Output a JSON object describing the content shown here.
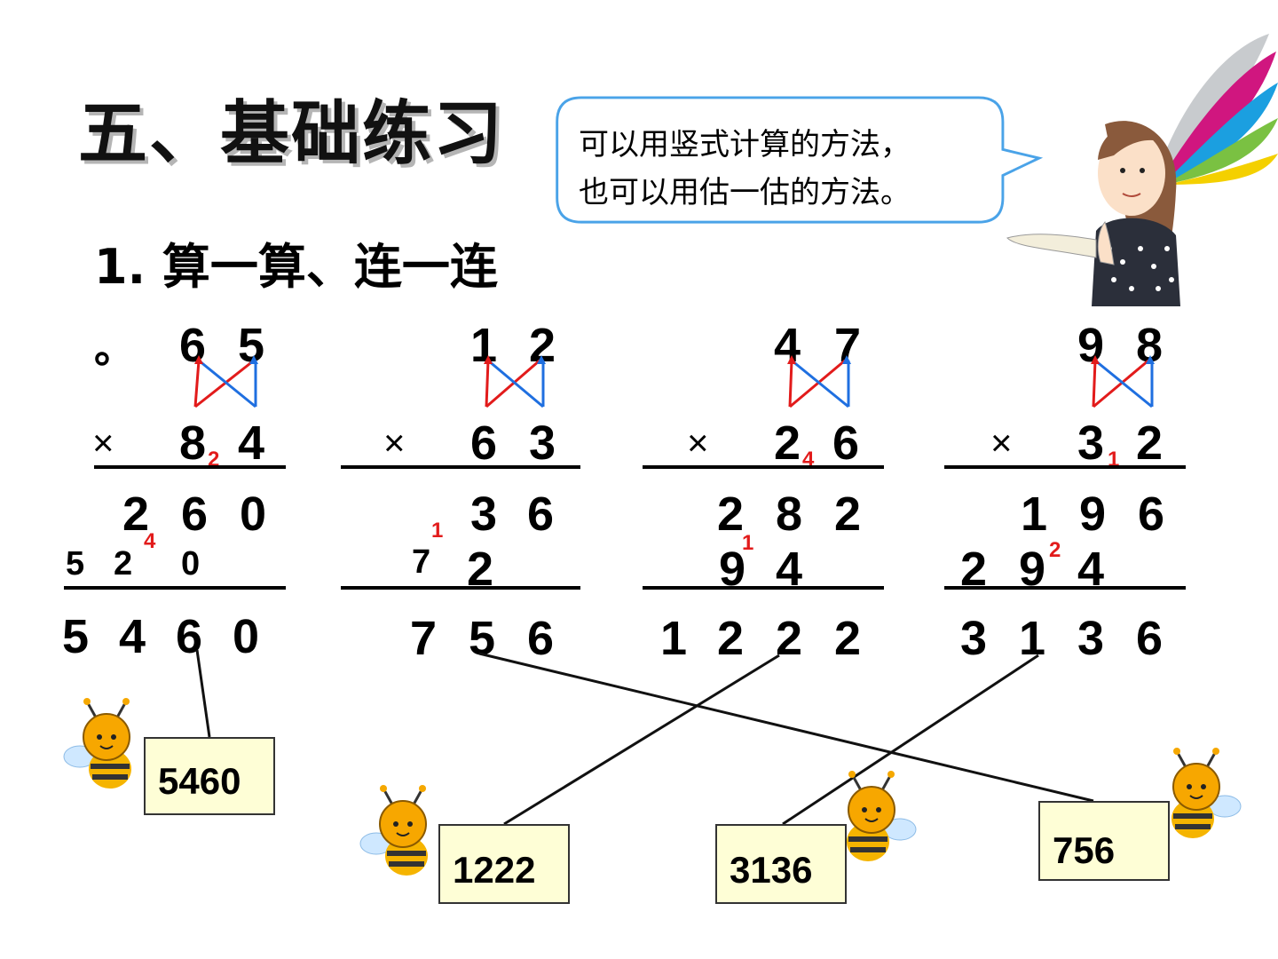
{
  "title": "五、基础练习",
  "subtitle": "1.  算一算、连一连",
  "subtitle_tail": "。",
  "bubble": {
    "line1": "可以用竖式计算的方法，",
    "line2": "也可以用估一估的方法。"
  },
  "times_sign": "×",
  "problems": [
    {
      "top": [
        "6",
        "5"
      ],
      "bottom": [
        "8",
        "4"
      ],
      "bottom_carry": "2",
      "partial1": [
        "2",
        "6",
        "0"
      ],
      "partial2": [
        "5",
        "2",
        "0"
      ],
      "partial2_carry": "4",
      "result": [
        "5",
        "4",
        "6",
        "0"
      ]
    },
    {
      "top": [
        "1",
        "2"
      ],
      "bottom": [
        "6",
        "3"
      ],
      "partial1": [
        "3",
        "6"
      ],
      "partial2": [
        "7",
        "2"
      ],
      "partial2_carry": "1",
      "result": [
        "7",
        "5",
        "6"
      ]
    },
    {
      "top": [
        "4",
        "7"
      ],
      "bottom": [
        "2",
        "6"
      ],
      "bottom_carry": "4",
      "partial1": [
        "2",
        "8",
        "2"
      ],
      "partial2": [
        "9",
        "4"
      ],
      "partial2_carry": "1",
      "result": [
        "1",
        "2",
        "2",
        "2"
      ]
    },
    {
      "top": [
        "9",
        "8"
      ],
      "bottom": [
        "3",
        "2"
      ],
      "bottom_carry": "1",
      "partial1": [
        "1",
        "9",
        "6"
      ],
      "partial2": [
        "2",
        "9",
        "4"
      ],
      "partial2_carry": "2",
      "result": [
        "3",
        "1",
        "3",
        "6"
      ]
    }
  ],
  "answers": [
    "5460",
    "1222",
    "3136",
    "756"
  ],
  "colors": {
    "arrow_red": "#e21b1b",
    "arrow_blue": "#1f6fe0",
    "bubble_border": "#4aa3e8",
    "box_fill": "#fefed6"
  },
  "icons": [
    "girl-teacher-icon",
    "bee-icon",
    "rainbow-fan-icon"
  ]
}
